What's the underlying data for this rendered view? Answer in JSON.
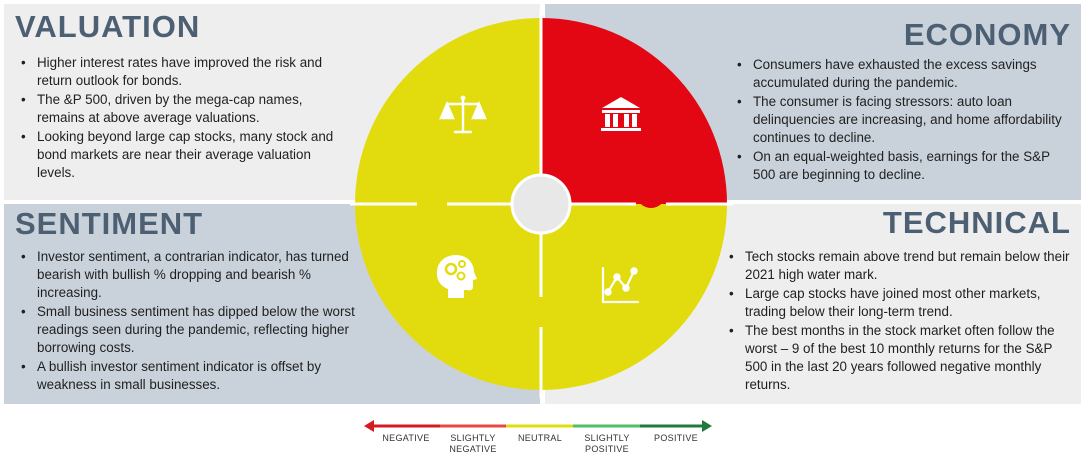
{
  "quadrants": {
    "valuation": {
      "title": "VALUATION",
      "status": "neutral",
      "icon": "scales-icon",
      "bullets": [
        "Higher interest rates have improved the risk and return outlook for bonds.",
        "The &P 500, driven by the mega-cap names, remains at above average valuations.",
        "Looking beyond large cap stocks, many stock and bond markets are near their average valuation levels."
      ]
    },
    "economy": {
      "title": "ECONOMY",
      "status": "negative",
      "icon": "bank-icon",
      "bullets": [
        "Consumers have exhausted the excess savings accumulated during the pandemic.",
        "The consumer is facing stressors: auto loan delinquencies are increasing, and home affordability continues to decline.",
        "On an equal-weighted basis, earnings for the S&P 500 are beginning to decline."
      ]
    },
    "sentiment": {
      "title": "SENTIMENT",
      "status": "neutral",
      "icon": "head-gears-icon",
      "bullets": [
        "Investor sentiment, a contrarian indicator, has turned bearish with bullish % dropping and bearish % increasing.",
        "Small business sentiment has dipped below the worst readings seen during the pandemic, reflecting higher borrowing costs.",
        "A bullish investor sentiment indicator is offset by weakness in small businesses."
      ]
    },
    "technical": {
      "title": "TECHNICAL",
      "status": "neutral",
      "icon": "line-chart-icon",
      "bullets": [
        "Tech stocks remain above trend but remain below their 2021 high water mark.",
        "Large cap stocks have joined most other markets, trading below their long-term trend.",
        "The best months in the stock market often follow the worst – 9 of the best 10 monthly returns for the S&P 500 in the last 20 years followed negative monthly returns."
      ]
    }
  },
  "colors": {
    "negative": "#e30613",
    "slightly_negative": "#e8483f",
    "neutral": "#e2dc0f",
    "slightly_positive": "#4fbf6a",
    "positive": "#1f7a3a",
    "heading": "#4c5f73",
    "panel_light": "#eeeeee",
    "panel_blue": "#c9d2db"
  },
  "legend": {
    "left_arrow_icon": "arrow-left-icon",
    "right_arrow_icon": "arrow-right-icon",
    "items": [
      {
        "line1": "NEGATIVE",
        "line2": ""
      },
      {
        "line1": "SLIGHTLY",
        "line2": "NEGATIVE"
      },
      {
        "line1": "NEUTRAL",
        "line2": ""
      },
      {
        "line1": "SLIGHTLY",
        "line2": "POSITIVE"
      },
      {
        "line1": "POSITIVE",
        "line2": ""
      }
    ]
  }
}
